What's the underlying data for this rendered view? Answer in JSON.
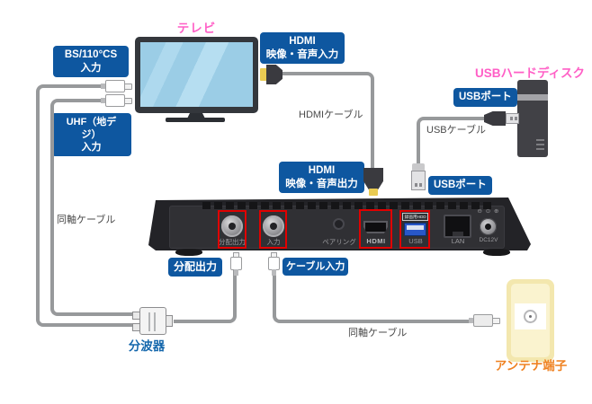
{
  "labels": {
    "tv": "テレビ",
    "usb_hdd": "USBハードディスク",
    "bs_input": "BS/110°CS\n入力",
    "uhf_input": "UHF（地デジ）\n入力",
    "hdmi_av_in": "HDMI\n映像・音声入力",
    "hdmi_av_out": "HDMI\n映像・音声出力",
    "usb_port_top": "USBポート",
    "usb_port_bottom": "USBポート",
    "split_output": "分配出力",
    "cable_input": "ケーブル入力",
    "splitter": "分波器",
    "antenna_terminal": "アンテナ端子"
  },
  "cables": {
    "coax_left": "同軸ケーブル",
    "coax_bottom": "同軸ケーブル",
    "hdmi": "HDMIケーブル",
    "usb": "USBケーブル"
  },
  "device_rear": {
    "port_split_output": "分配出力",
    "port_input": "入力",
    "port_pairing": "ペアリング",
    "port_hdmi": "HDMI",
    "usb_tag": "録画用HDD",
    "port_usb": "USB",
    "port_lan": "LAN",
    "port_dc": "DC12V"
  },
  "icons": {
    "dc_polarity": "⊖ ⊙ ⊕"
  },
  "colors": {
    "label_box_blue": "#0e57a0",
    "pink": "#ff5fc6",
    "orange": "#ef8222",
    "blue_text": "#1467ac",
    "highlight_red": "#e00000",
    "cable_gray": "#97999b",
    "usb_port_blue": "#2857c8"
  }
}
